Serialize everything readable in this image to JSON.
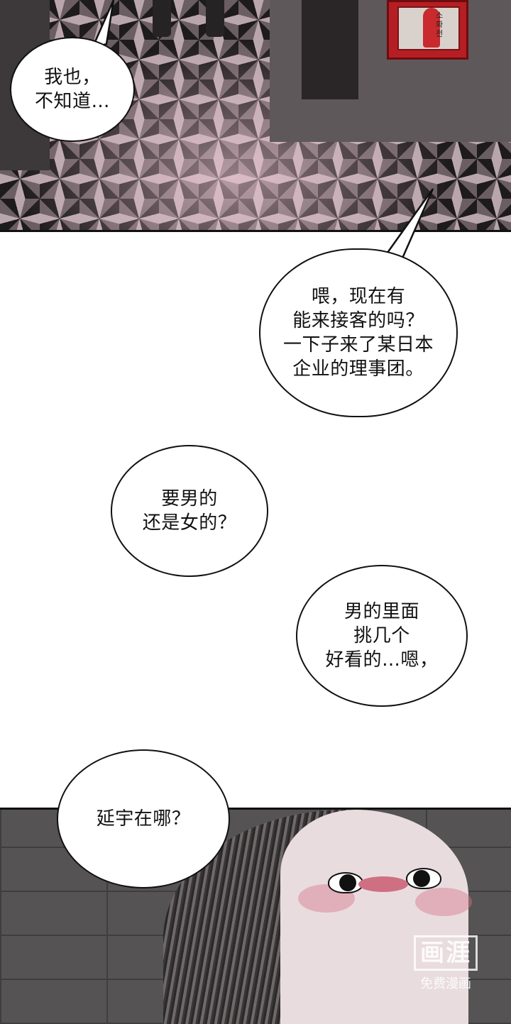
{
  "panels": {
    "top": {
      "extinguisher_label": "소화전"
    },
    "bottom": {}
  },
  "bubbles": [
    {
      "id": "bubble-1",
      "text": "我也，\n不知道…"
    },
    {
      "id": "bubble-2",
      "text": "喂，现在有\n能来接客的吗？\n一下子来了某日本\n企业的理事团。"
    },
    {
      "id": "bubble-3",
      "text": "要男的\n还是女的？"
    },
    {
      "id": "bubble-4",
      "text": "男的里面\n挑几个\n好看的…嗯，"
    },
    {
      "id": "bubble-5",
      "text": "延宇在哪？"
    }
  ],
  "watermark": {
    "logo": "画涯",
    "subtitle": "免费漫画"
  }
}
